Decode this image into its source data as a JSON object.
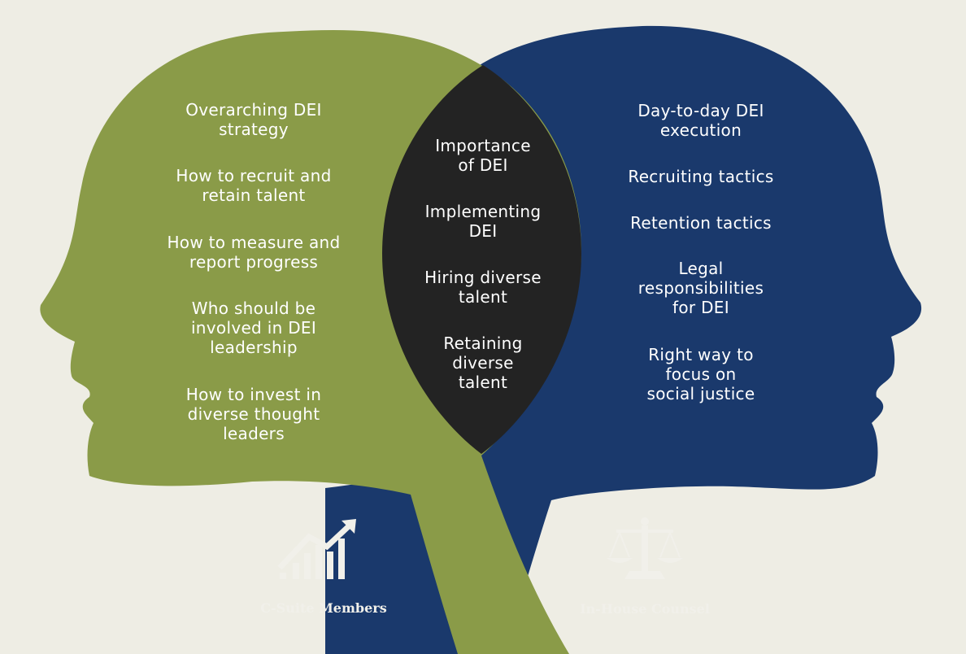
{
  "colors": {
    "background": "#eeede4",
    "left_head": "#8a9b48",
    "right_head": "#1a396c",
    "overlap": "#232323",
    "text": "#ffffff",
    "icon": "#f1f0ea"
  },
  "left": {
    "items": [
      "Overarching DEI\nstrategy",
      "How to recruit and\nretain talent",
      "How to measure and\nreport progress",
      "Who should be\ninvolved in DEI\nleadership",
      "How to invest in\ndiverse thought\nleaders"
    ],
    "caption": "C-Suite Members",
    "icon": "growth-chart-icon"
  },
  "center": {
    "items": [
      "Importance\nof DEI",
      "Implementing\nDEI",
      "Hiring diverse\ntalent",
      "Retaining\ndiverse\ntalent"
    ]
  },
  "right": {
    "items": [
      "Day-to-day DEI\nexecution",
      "Recruiting tactics",
      "Retention tactics",
      "Legal\nresponsibilities\nfor DEI",
      "Right way to\nfocus on\nsocial justice"
    ],
    "caption": "In-House Counsel",
    "icon": "scales-of-justice-icon"
  }
}
